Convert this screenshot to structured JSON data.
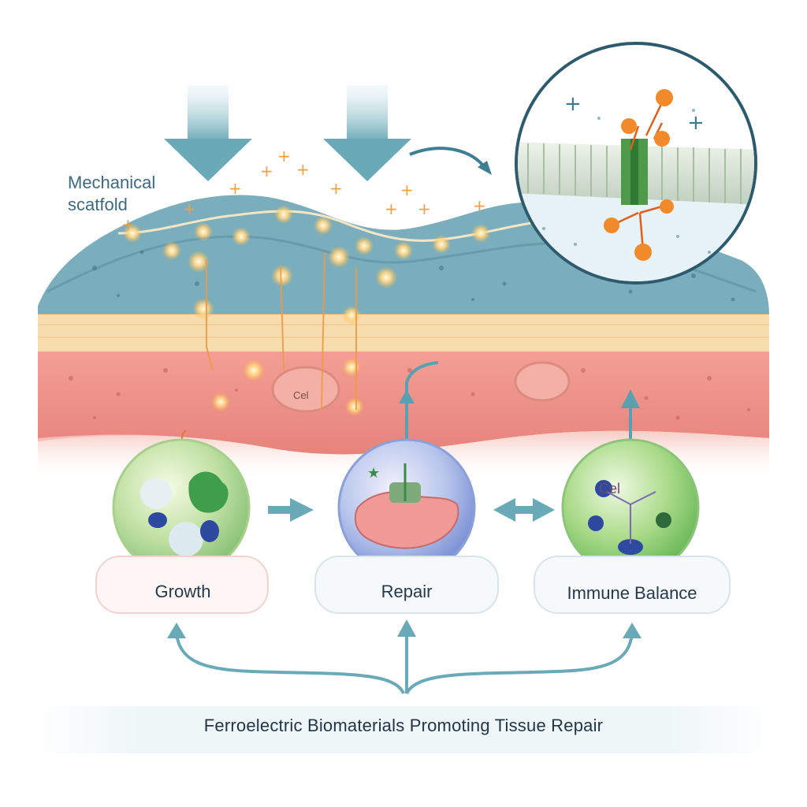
{
  "diagram": {
    "scaffold_label_line1": "Mechanical",
    "scaffold_label_line2": "scatfold",
    "stages": [
      {
        "label": "Growth"
      },
      {
        "label": "Repair"
      },
      {
        "label": "Immune Balance"
      }
    ],
    "cell_text_left": "Cel",
    "cell_text_right": "Cel",
    "bottom_title": "Ferroelectric Biomaterials Promoting Tissue Repair"
  },
  "colors": {
    "scaffold": "#6fa3b4",
    "yellow_layer": "#f7dcae",
    "red_layer": "#ee8e86",
    "arrow": "#6aaab8",
    "glow": "#ffd27a",
    "ion": "#f08a2a"
  }
}
